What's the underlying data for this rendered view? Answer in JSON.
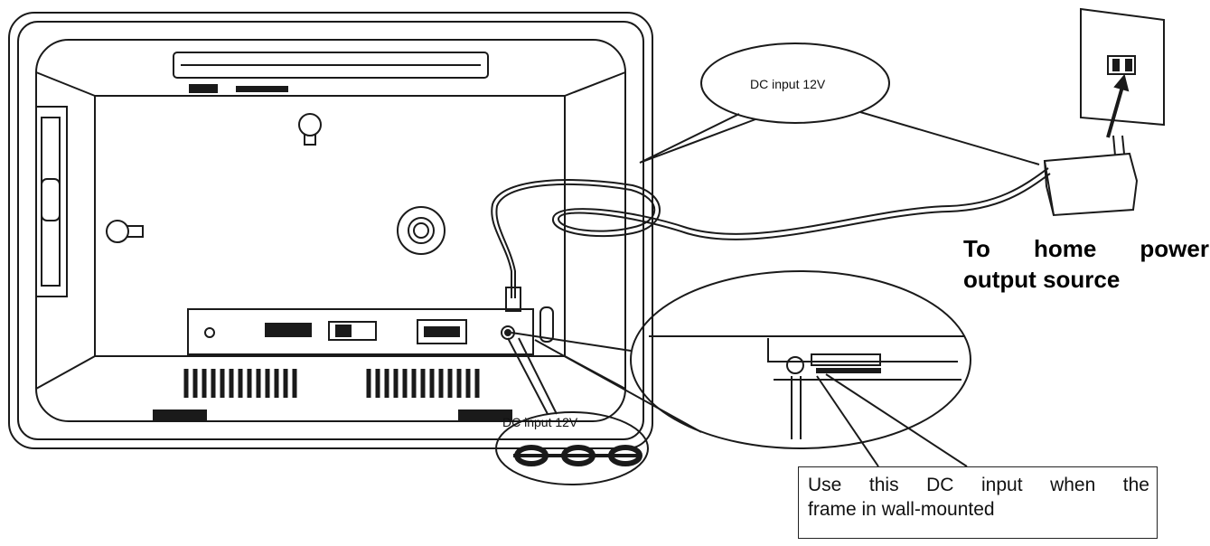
{
  "labels": {
    "callout_top": "DC input 12V",
    "callout_bottom": "DC input 12V",
    "power_source_line1_words": [
      "To",
      "home",
      "power"
    ],
    "power_source_line2": "output source",
    "wall_mount_note_line1_words": [
      "Use",
      "this",
      "DC",
      "input",
      "when",
      "the"
    ],
    "wall_mount_note_line2": "frame in wall-mounted"
  },
  "colors": {
    "line": "#1a1a1a",
    "background": "#ffffff"
  }
}
